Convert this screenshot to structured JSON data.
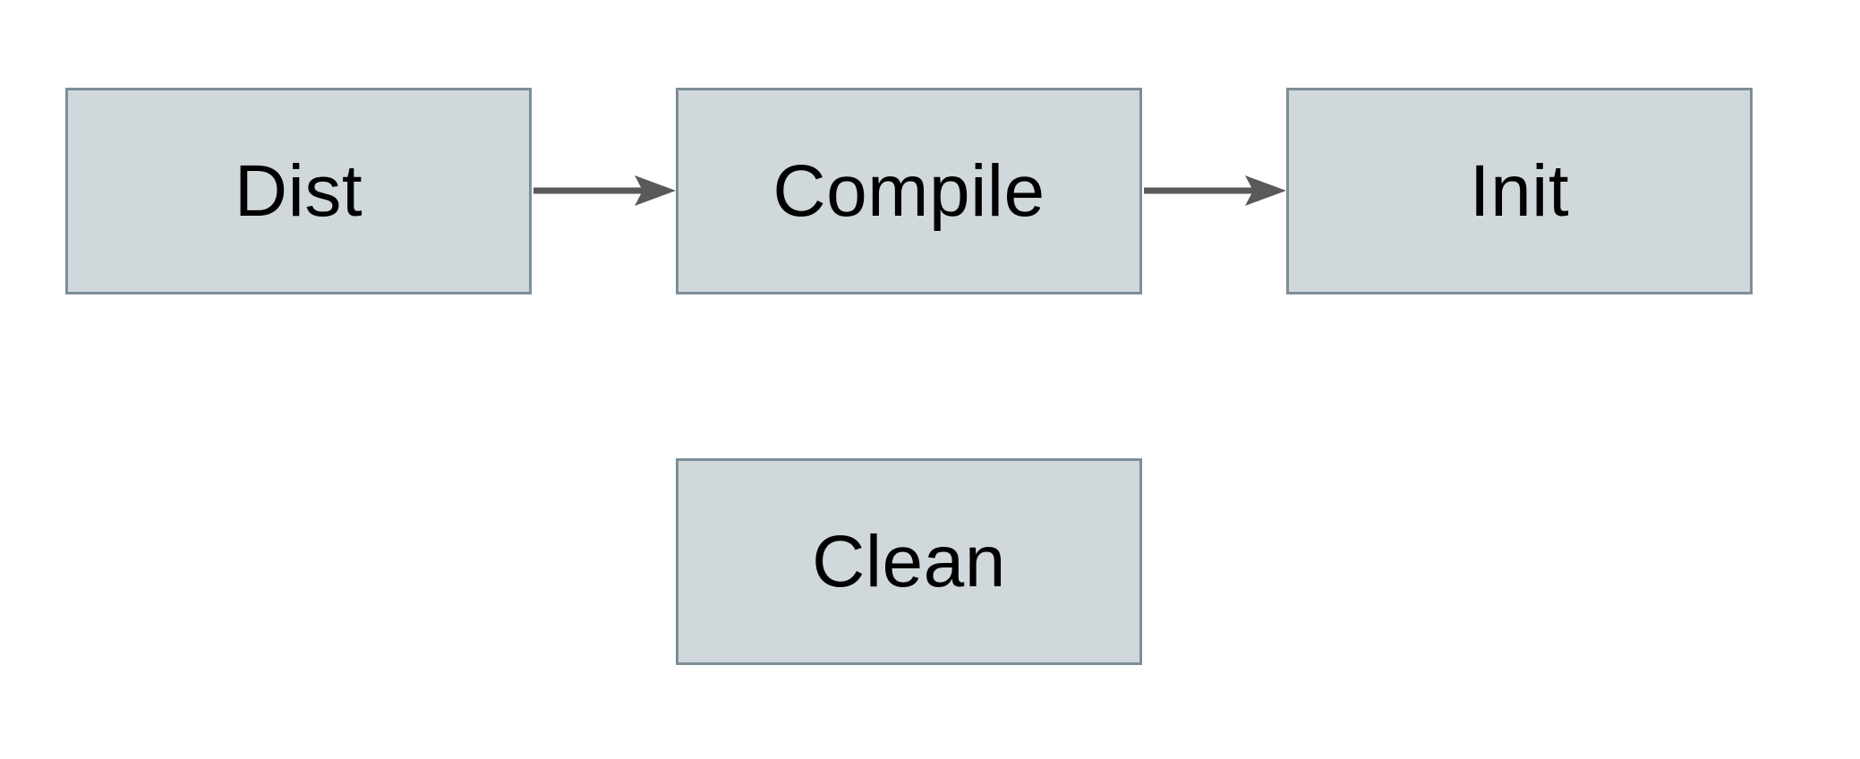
{
  "diagram": {
    "nodes": [
      {
        "id": "dist",
        "label": "Dist"
      },
      {
        "id": "compile",
        "label": "Compile"
      },
      {
        "id": "init",
        "label": "Init"
      },
      {
        "id": "clean",
        "label": "Clean"
      }
    ],
    "edges": [
      {
        "from": "Dist",
        "to": "Compile",
        "type": "arrow"
      },
      {
        "from": "Compile",
        "to": "Init",
        "type": "arrow"
      }
    ]
  },
  "style": {
    "canvas_bg": "#ffffff",
    "box_fill": "#d1d8db",
    "box_border": "#7d8e98",
    "arrow_color": "#595959",
    "text_color": "#000000"
  }
}
